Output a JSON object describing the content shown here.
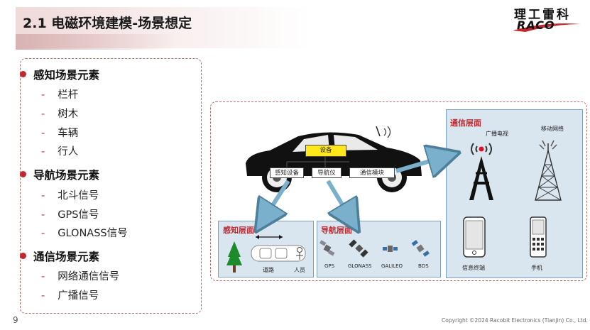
{
  "slide": {
    "title": "2.1 电磁环境建模-场景想定",
    "page_number": "9",
    "copyright": "Copyright ©2024 Racobit Electronics (Tianjin) Co., Ltd.",
    "logo_cn": "理工雷科",
    "logo_en": "RACO"
  },
  "elements": {
    "perception": {
      "label": "感知场景元素",
      "items": [
        "栏杆",
        "树木",
        "车辆",
        "行人"
      ]
    },
    "navigation": {
      "label": "导航场景元素",
      "items": [
        "北斗信号",
        "GPS信号",
        "GLONASS信号"
      ]
    },
    "communication": {
      "label": "通信场景元素",
      "items": [
        "网络通信信号",
        "广播信号"
      ]
    }
  },
  "diagram": {
    "car": {
      "device": "设备",
      "sensing_device": "感知设备",
      "navigator": "导航仪",
      "comm_module": "通信模块"
    },
    "sensing_layer": {
      "title": "感知层面",
      "road": "道路",
      "person": "人员"
    },
    "navigation_layer": {
      "title": "导航层面",
      "sats": [
        "GPS",
        "GLONASS",
        "GALILEO",
        "BDS"
      ]
    },
    "comm_layer": {
      "title": "通信层面",
      "broadcast_tv": "广播电视",
      "mobile_network": "移动网络",
      "info_terminal": "信息终端",
      "phone": "手机"
    }
  },
  "colors": {
    "accent_red": "#c0282f",
    "panel_blue": "#d9e6ef",
    "arrow_blue": "#7ab0cc",
    "device_yellow": "#ffe81a"
  }
}
